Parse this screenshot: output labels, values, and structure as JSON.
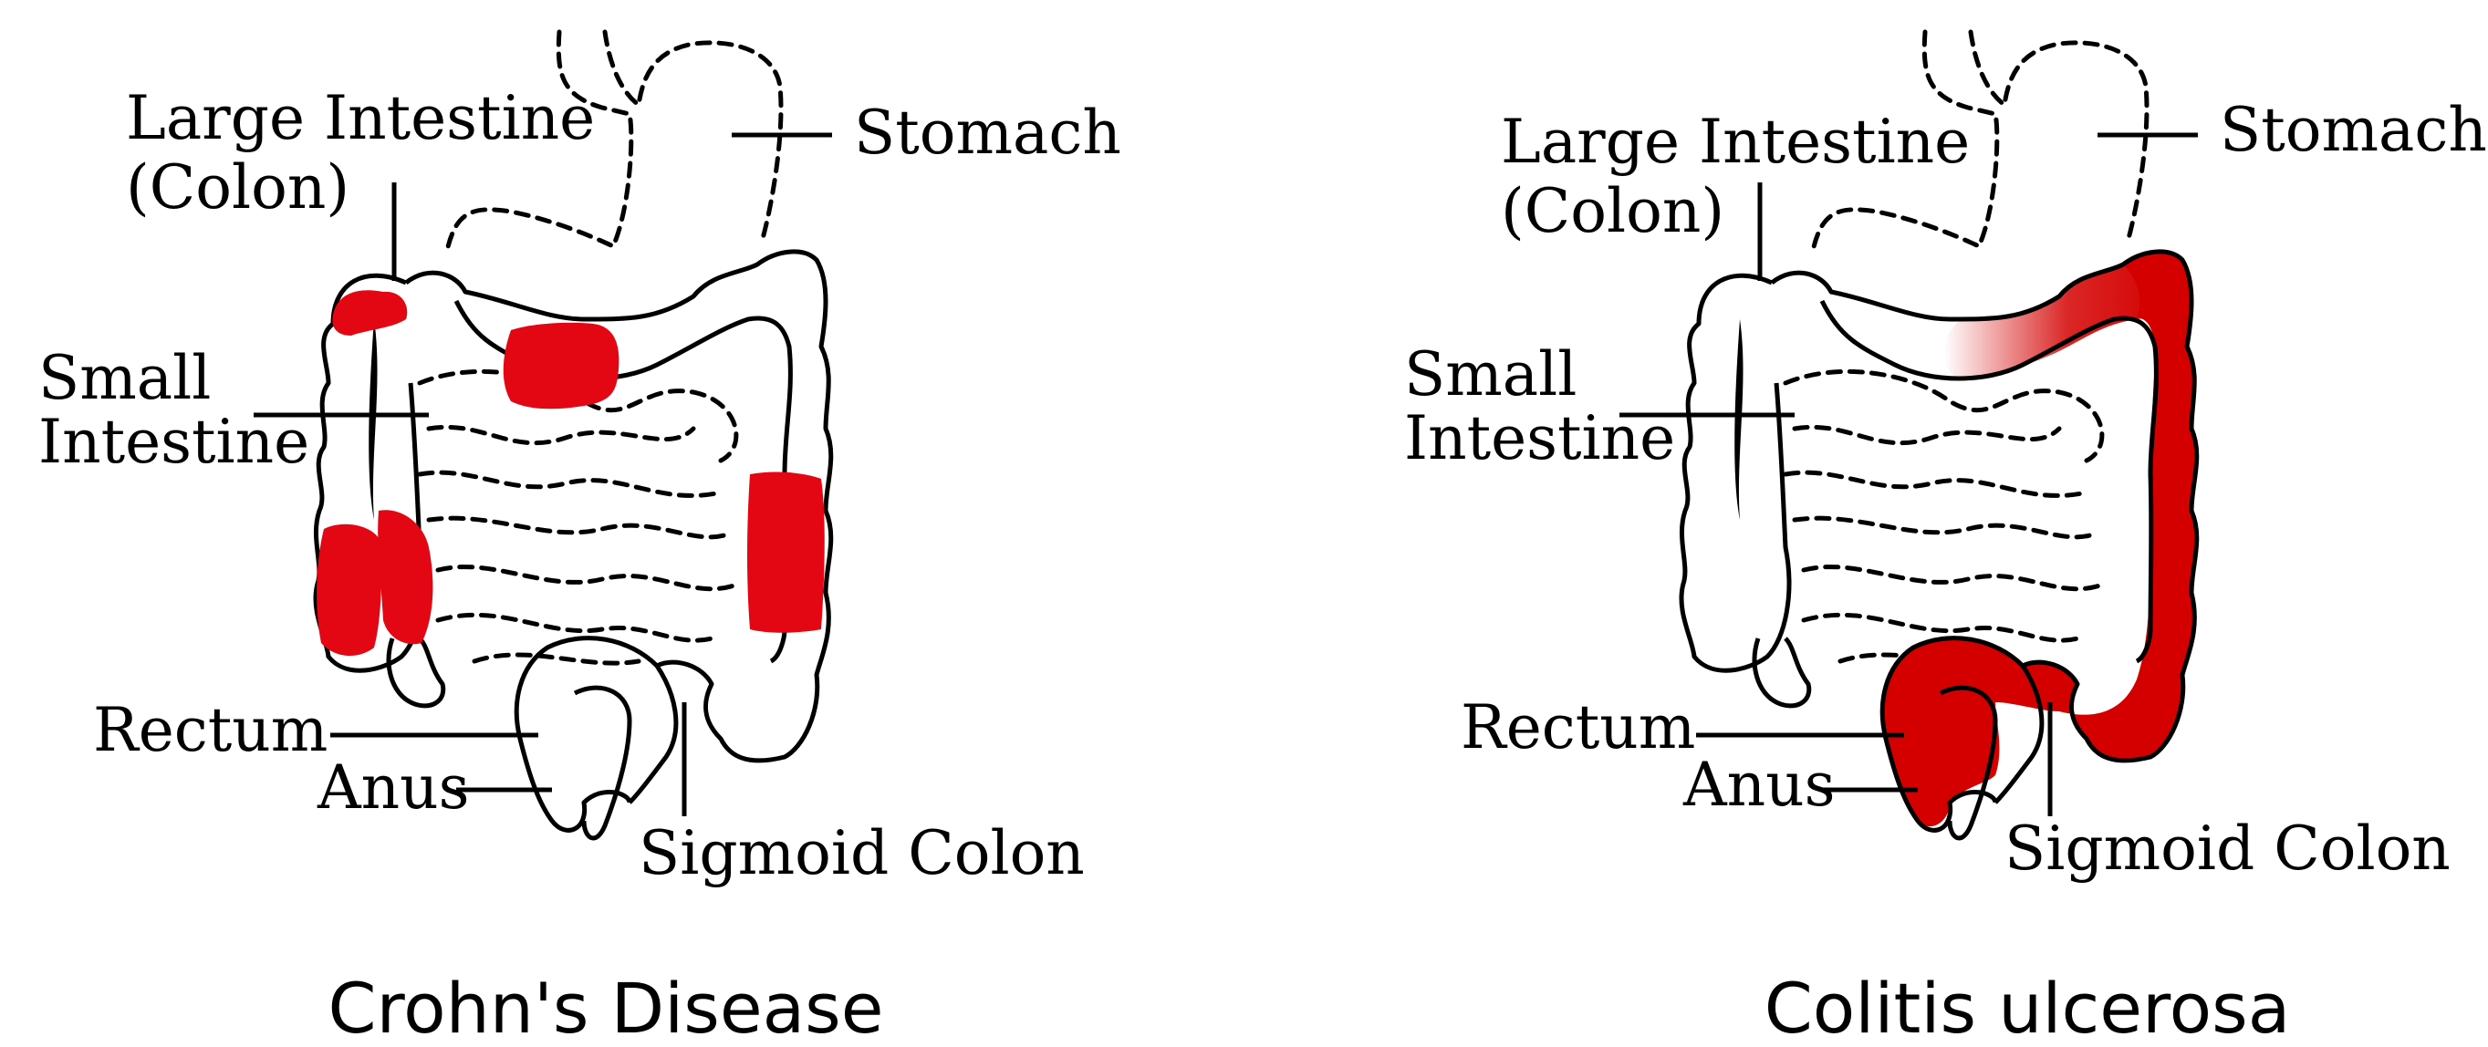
{
  "colors": {
    "crohn_inflammation": "#e30613",
    "colitis_inflammation": "#d40000",
    "outline": "#000000",
    "background": "#ffffff"
  },
  "panels": [
    {
      "caption": "Crohn's Disease",
      "labels": {
        "large_intestine_1": "Large Intestine",
        "large_intestine_2": "(Colon)",
        "stomach": "Stomach",
        "small_intestine_1": "Small",
        "small_intestine_2": "Intestine",
        "rectum": "Rectum",
        "anus": "Anus",
        "sigmoid_colon": "Sigmoid Colon"
      }
    },
    {
      "caption": "Colitis ulcerosa",
      "labels": {
        "large_intestine_1": "Large Intestine",
        "large_intestine_2": "(Colon)",
        "stomach": "Stomach",
        "small_intestine_1": "Small",
        "small_intestine_2": "Intestine",
        "rectum": "Rectum",
        "anus": "Anus",
        "sigmoid_colon": "Sigmoid Colon"
      }
    }
  ]
}
